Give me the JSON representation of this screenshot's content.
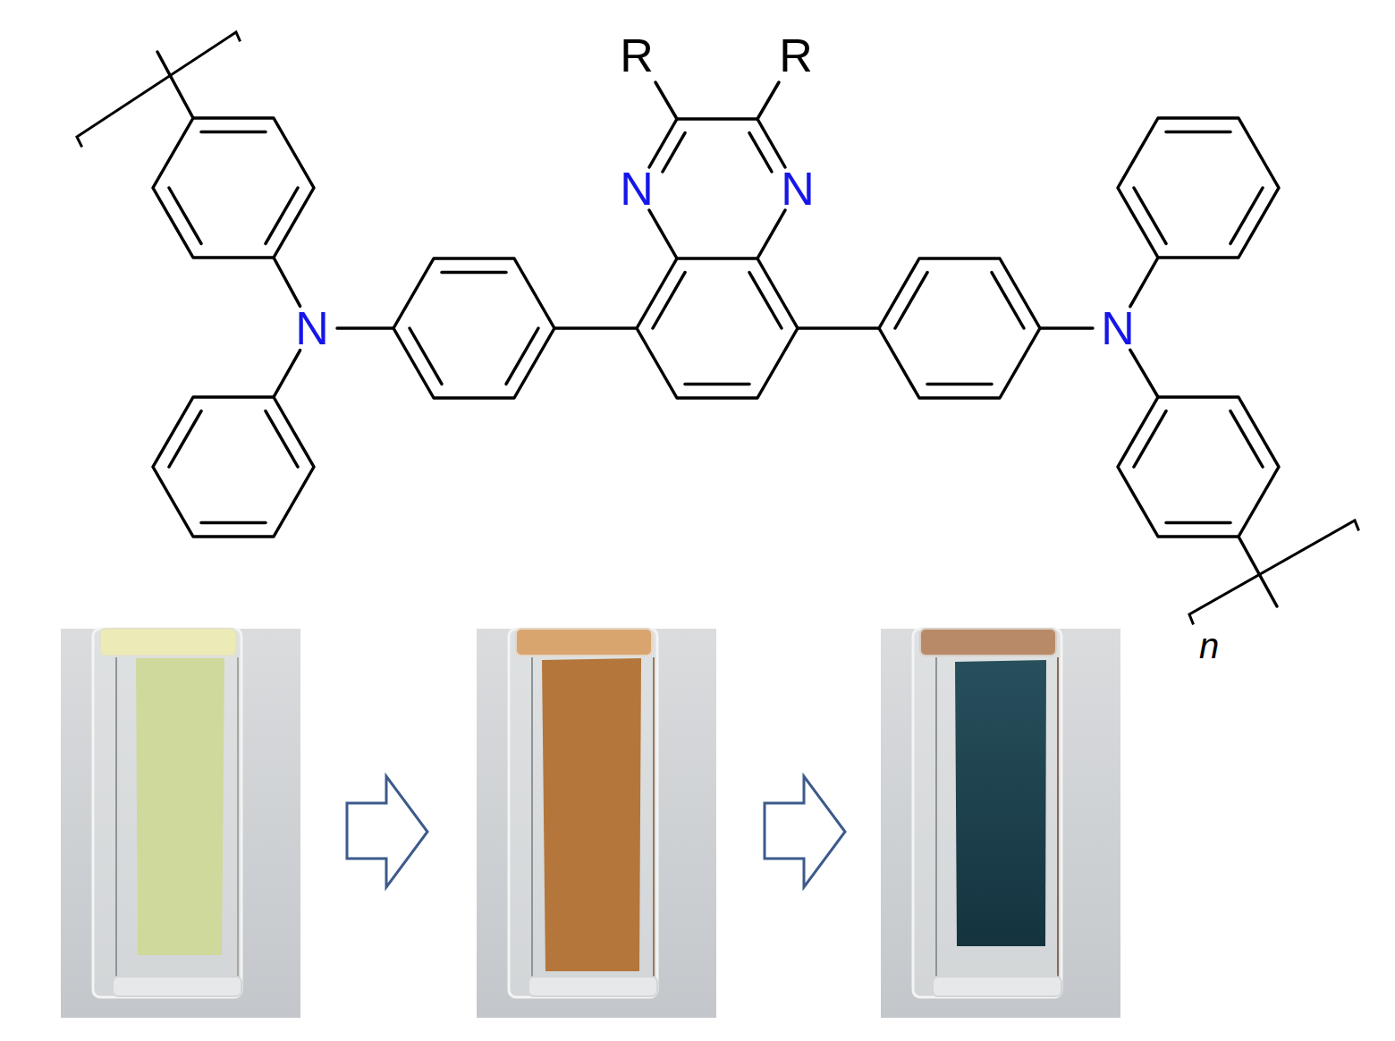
{
  "diagram": {
    "labels": [
      "R",
      "R",
      "N",
      "N",
      "N",
      "N",
      "n"
    ]
  }
}
